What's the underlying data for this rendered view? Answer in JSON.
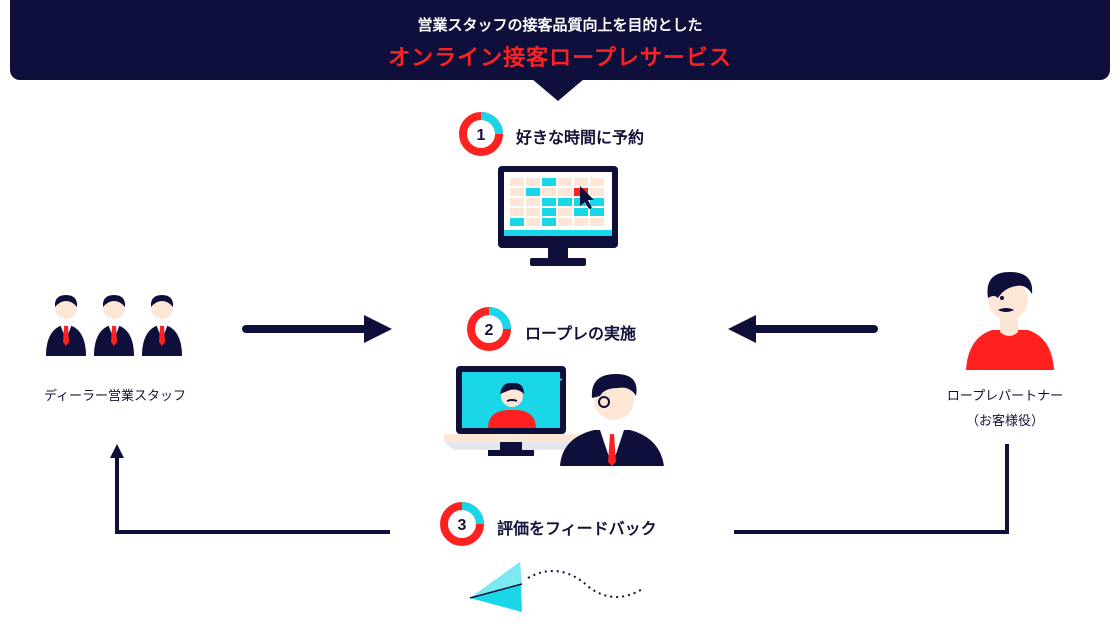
{
  "header": {
    "subtitle": "営業スタッフの接客品質向上を目的とした",
    "title": "オンライン接客ロープレサービス"
  },
  "steps": [
    {
      "number": "1",
      "label": "好きな時間に予約"
    },
    {
      "number": "2",
      "label": "ロープレの実施"
    },
    {
      "number": "3",
      "label": "評価をフィードバック"
    }
  ],
  "actors": {
    "staff": {
      "label": "ディーラー営業スタッフ"
    },
    "partner": {
      "label": "ロープレパートナー",
      "sublabel": "（お客様役）"
    }
  },
  "colors": {
    "navy": "#0f0f3c",
    "red": "#ff2020",
    "cyan": "#19d7e6",
    "peach": "#fde6d6"
  }
}
